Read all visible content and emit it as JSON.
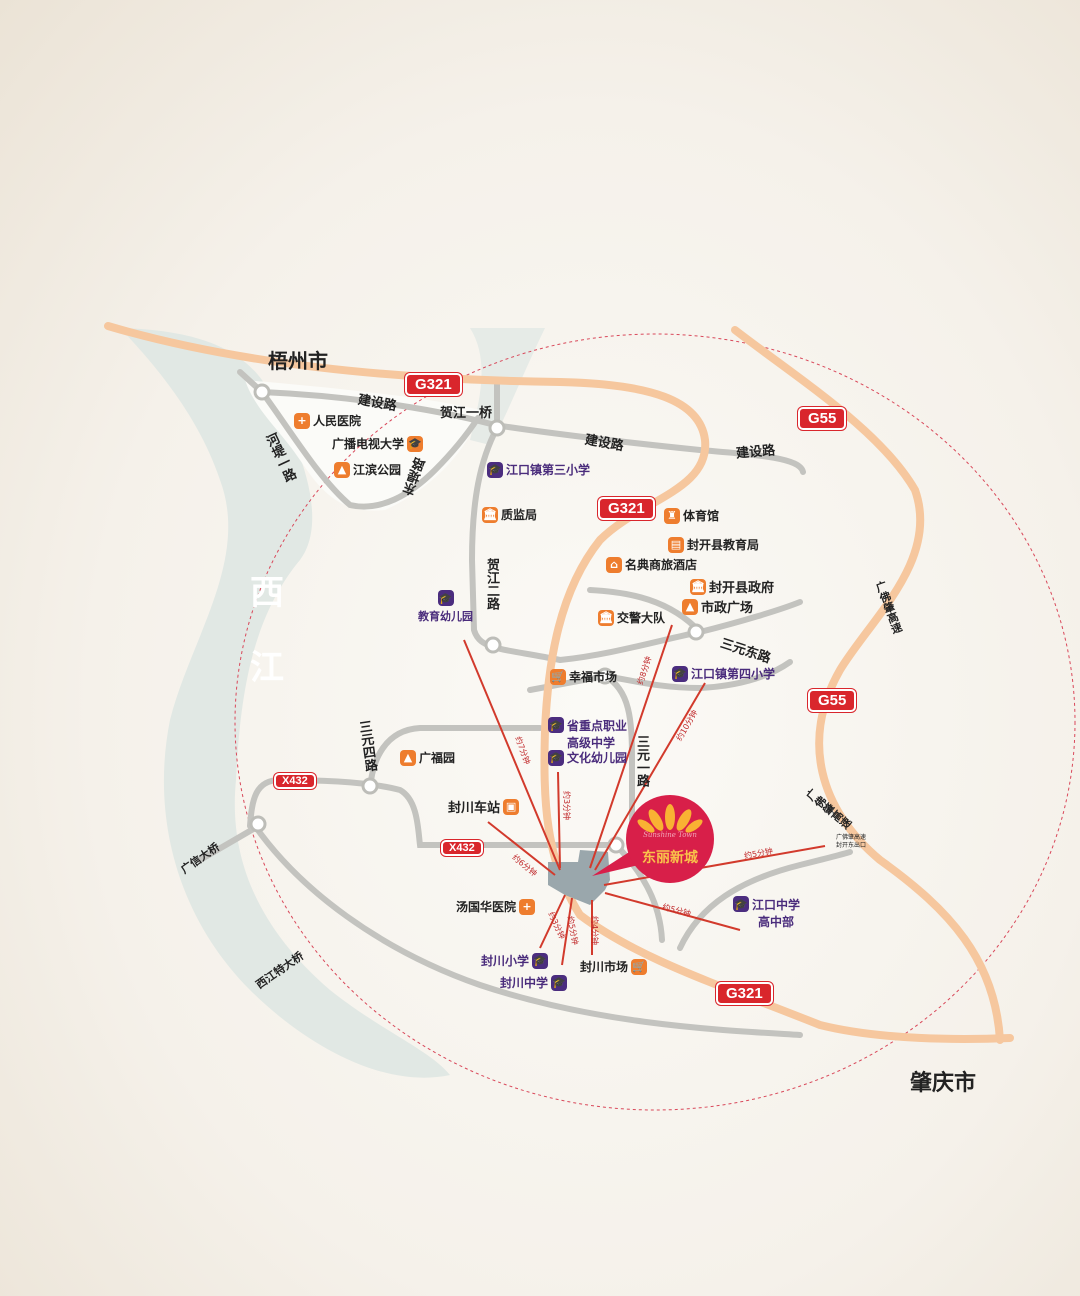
{
  "cities": {
    "north": "梧州市",
    "east": "肇庆市"
  },
  "river": {
    "char1": "西",
    "char2": "江"
  },
  "highways": {
    "g321": "G321",
    "g55": "G55",
    "x432": "X432"
  },
  "roads": {
    "jianshe": "建设路",
    "hejiang_bridge": "贺江一桥",
    "hedi": "河堤一路",
    "dongdi": "东堤路",
    "hejiang2": "贺江二路",
    "sanyuan_east": "三元东路",
    "sanyuan1": "三元一路",
    "sanyuan4": "三元四路",
    "guangxin_bridge": "广信大桥",
    "xijiang_bridge": "西江特大桥",
    "expressway": "广佛肇高速",
    "exit_line1": "广佛肇高速",
    "exit_line2": "封开东出口"
  },
  "pois": [
    {
      "name": "人民医院",
      "icon": "hospital-icon",
      "glyph": "+"
    },
    {
      "name": "广播电视大学",
      "icon": "school-icon",
      "glyph": "🎓"
    },
    {
      "name": "江滨公园",
      "icon": "park-icon",
      "glyph": "▲"
    },
    {
      "name": "江口镇第三小学",
      "icon": "school-icon",
      "glyph": "🎓"
    },
    {
      "name": "质监局",
      "icon": "government-icon",
      "glyph": "🏛"
    },
    {
      "name": "体育馆",
      "icon": "stadium-icon",
      "glyph": "♜"
    },
    {
      "name": "封开县教育局",
      "icon": "book-icon",
      "glyph": "▤"
    },
    {
      "name": "名典商旅酒店",
      "icon": "hotel-icon",
      "glyph": "⌂"
    },
    {
      "name": "封开县政府",
      "icon": "government-icon",
      "glyph": "🏛"
    },
    {
      "name": "市政广场",
      "icon": "park-icon",
      "glyph": "▲"
    },
    {
      "name": "交警大队",
      "icon": "government-icon",
      "glyph": "🏛"
    },
    {
      "name": "教育幼儿园",
      "icon": "school-icon",
      "glyph": "🎓"
    },
    {
      "name": "幸福市场",
      "icon": "cart-icon",
      "glyph": "🛒"
    },
    {
      "name": "江口镇第四小学",
      "icon": "school-icon",
      "glyph": "🎓"
    },
    {
      "name": "省重点职业",
      "name2": "高级中学",
      "icon": "school-icon",
      "glyph": "🎓"
    },
    {
      "name": "文化幼儿园",
      "icon": "school-icon",
      "glyph": "🎓"
    },
    {
      "name": "广福园",
      "icon": "park-icon",
      "glyph": "▲"
    },
    {
      "name": "封川车站",
      "icon": "bus-icon",
      "glyph": "▣"
    },
    {
      "name": "汤国华医院",
      "icon": "hospital-icon",
      "glyph": "+"
    },
    {
      "name": "封川小学",
      "icon": "school-icon",
      "glyph": "🎓"
    },
    {
      "name": "封川中学",
      "icon": "school-icon",
      "glyph": "🎓"
    },
    {
      "name": "封川市场",
      "icon": "cart-icon",
      "glyph": "🛒"
    },
    {
      "name": "江口中学",
      "name2": "高中部",
      "icon": "school-icon",
      "glyph": "🎓"
    }
  ],
  "project": {
    "name": "东丽新城",
    "english": "Sunshine Town"
  },
  "travel_times": [
    "约7分钟",
    "约3分钟",
    "约8分钟",
    "约10分钟",
    "约6分钟",
    "约5分钟",
    "约5分钟",
    "约3分钟",
    "约5分钟",
    "约4分钟"
  ],
  "colors": {
    "national_road": "#f6c79e",
    "local_road": "#c3c3bf",
    "river": "#e2e9e5",
    "shield": "#d9262c",
    "arrow": "#d23a2c",
    "poi_orange": "#ee7d2e",
    "poi_purple": "#4b2d7f",
    "logo": "#d81f49"
  }
}
